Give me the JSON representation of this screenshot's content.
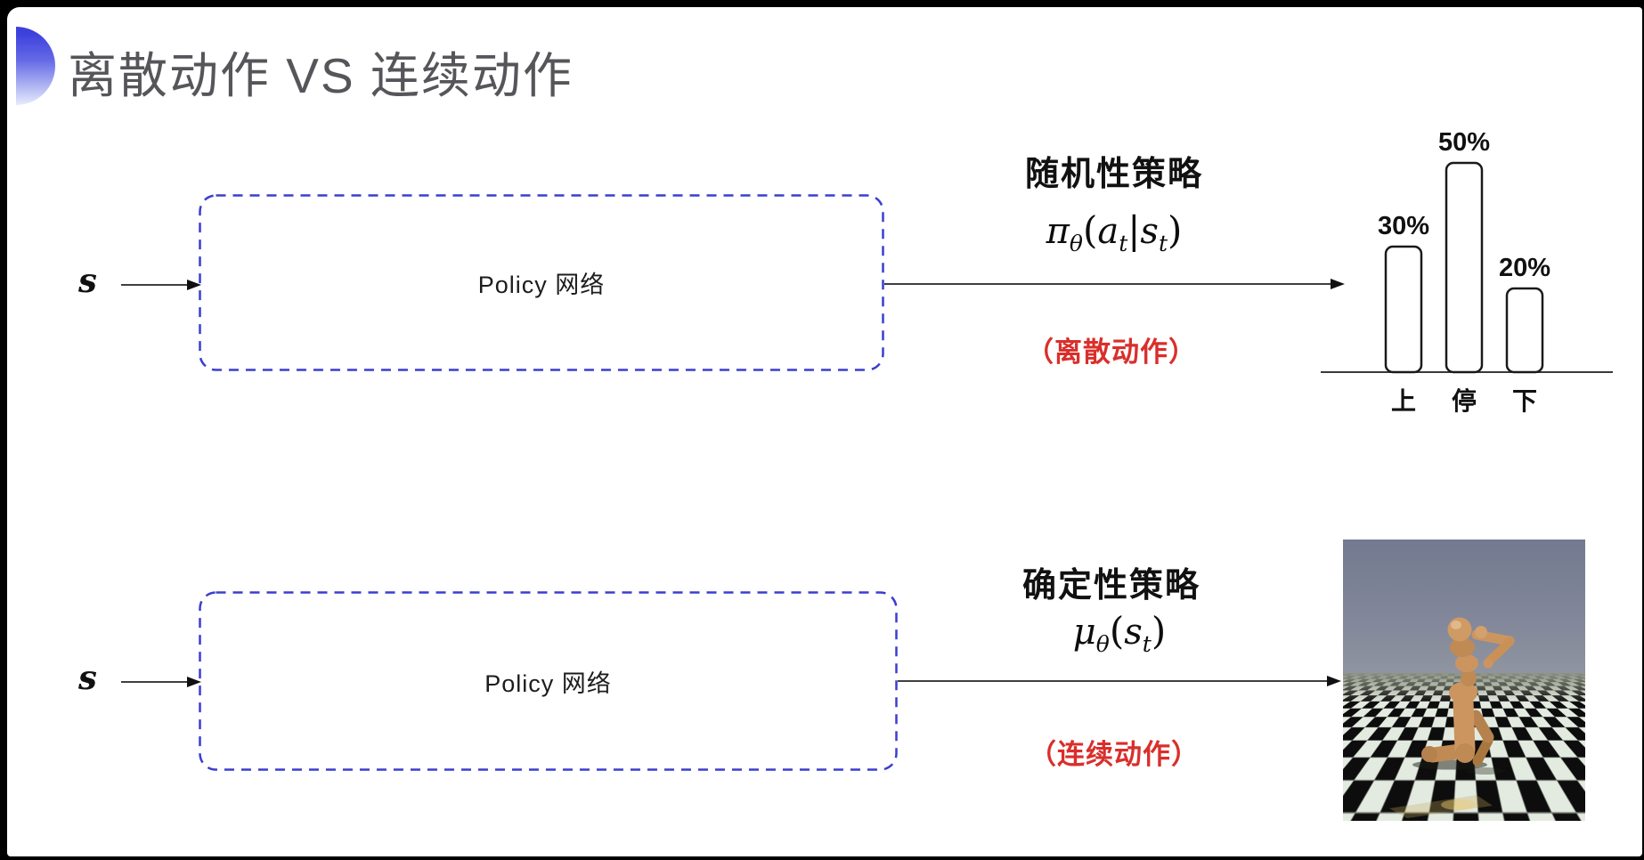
{
  "slide": {
    "title": "离散动作 VS 连续动作",
    "accent_color": "#3c40dc",
    "box_border_color": "#3a3ecf",
    "note_color": "#d92f2b"
  },
  "top_flow": {
    "input_label": "s",
    "box_label": "Policy 网络",
    "policy_type": "随机性策略",
    "formula": {
      "fn": "π",
      "fn_sub": "θ",
      "open": "(",
      "arg1": "a",
      "arg1_sub": "t",
      "bar": "|",
      "arg2": "s",
      "arg2_sub": "t",
      "close": ")"
    },
    "note": "（离散动作）"
  },
  "bottom_flow": {
    "input_label": "s",
    "box_label": "Policy 网络",
    "policy_type": "确定性策略",
    "formula": {
      "fn": "μ",
      "fn_sub": "θ",
      "open": "(",
      "arg2": "s",
      "arg2_sub": "t",
      "close": ")"
    },
    "note": "（连续动作）"
  },
  "chart_data": {
    "type": "bar",
    "title": "",
    "categories": [
      "上",
      "停",
      "下"
    ],
    "values": [
      30,
      50,
      20
    ],
    "labels": [
      "30%",
      "50%",
      "20%"
    ],
    "xlabel": "",
    "ylabel": "",
    "ylim": [
      0,
      55
    ],
    "grid": false,
    "legend_position": "none"
  }
}
